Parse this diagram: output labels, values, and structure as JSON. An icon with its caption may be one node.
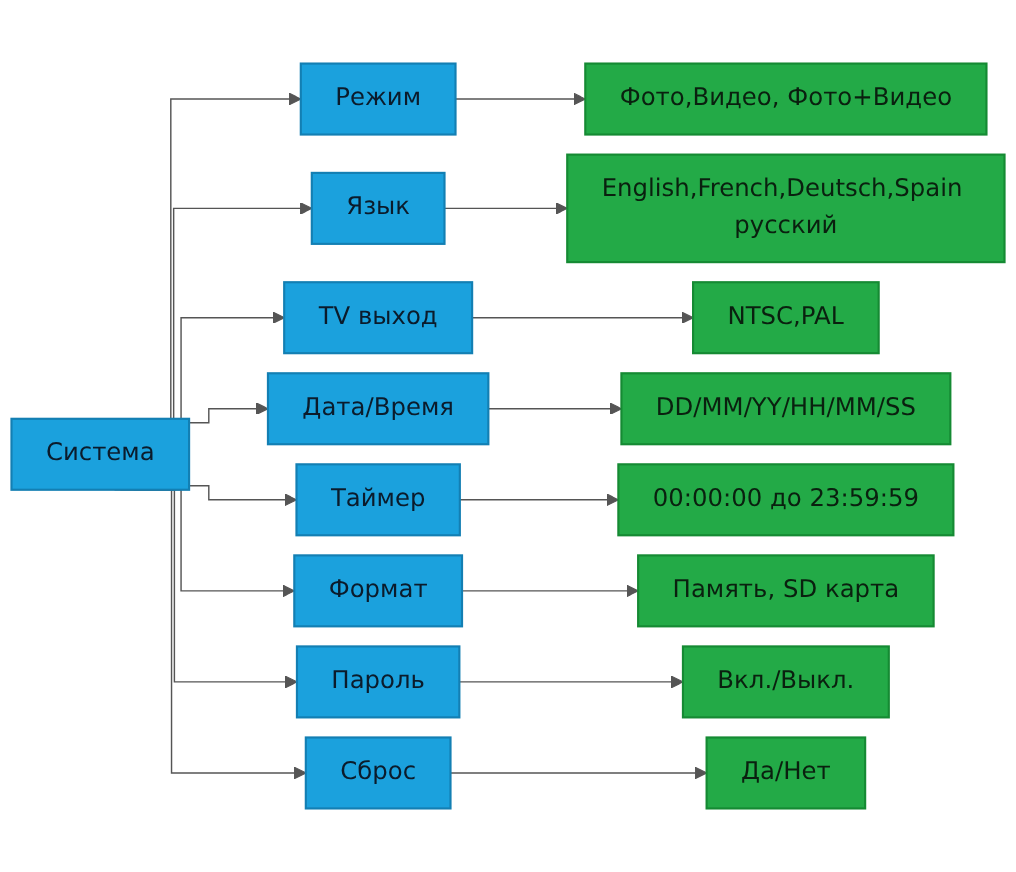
{
  "diagram": {
    "nodes": [
      {
        "text": [
          "Система"
        ]
      },
      {
        "text": [
          "Режим"
        ]
      },
      {
        "text": [
          "Язык"
        ]
      },
      {
        "text": [
          "TV выход"
        ]
      },
      {
        "text": [
          "Дата/Время"
        ]
      },
      {
        "text": [
          "Таймер"
        ]
      },
      {
        "text": [
          "Формат"
        ]
      },
      {
        "text": [
          "Пароль"
        ]
      },
      {
        "text": [
          "Сброс"
        ]
      },
      {
        "text": [
          "Фото,Видео, Фото+Видео"
        ]
      },
      {
        "text": [
          "English,French,Deutsch,Spain русский"
        ]
      },
      {
        "text": [
          "NTSC,PAL"
        ]
      },
      {
        "text": [
          "DD/MM/YY/HH/MM/SS"
        ]
      },
      {
        "text": [
          "00:00:00 до 23:59:59"
        ]
      },
      {
        "text": [
          "Память, SD карта"
        ]
      },
      {
        "text": [
          "Вкл./Выкл."
        ]
      },
      {
        "text": [
          "Да/Нет"
        ]
      }
    ],
    "edges": [
      {
        "from": 0,
        "to": 1,
        "arrow": "to"
      },
      {
        "from": 0,
        "to": 2,
        "arrow": "to"
      },
      {
        "from": 0,
        "to": 3,
        "arrow": "to"
      },
      {
        "from": 0,
        "to": 4,
        "arrow": "to"
      },
      {
        "from": 0,
        "to": 5,
        "arrow": "to"
      },
      {
        "from": 0,
        "to": 6,
        "arrow": "to"
      },
      {
        "from": 0,
        "to": 7,
        "arrow": "to"
      },
      {
        "from": 0,
        "to": 8,
        "arrow": "to"
      },
      {
        "from": 1,
        "to": 9,
        "arrow": "to"
      },
      {
        "from": 2,
        "to": 10,
        "arrow": "to"
      },
      {
        "from": 3,
        "to": 11,
        "arrow": "to"
      },
      {
        "from": 4,
        "to": 12,
        "arrow": "to"
      },
      {
        "from": 5,
        "to": 13,
        "arrow": "to"
      },
      {
        "from": 6,
        "to": 14,
        "arrow": "to"
      },
      {
        "from": 7,
        "to": 15,
        "arrow": "to"
      },
      {
        "from": 8,
        "to": 16,
        "arrow": "to"
      }
    ]
  }
}
